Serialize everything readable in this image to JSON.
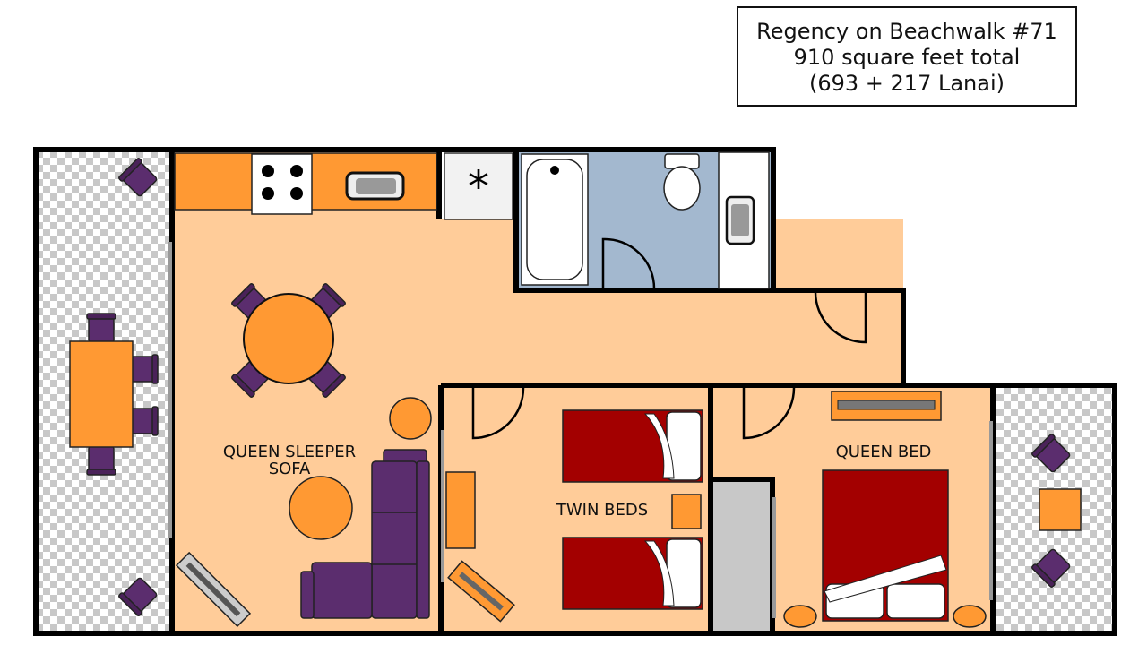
{
  "title": {
    "line1": "Regency on Beachwalk #71",
    "line2": "910 square feet total",
    "line3": "(693 + 217 Lanai)"
  },
  "rooms": {
    "living_label_1": "QUEEN SLEEPER",
    "living_label_2": "SOFA",
    "twin_label": "TWIN BEDS",
    "queen_label": "QUEEN BED"
  },
  "colors": {
    "floor": "#FFCC99",
    "furniture": "#FF9933",
    "chair": "#5B2D6E",
    "bed": "#A30000",
    "bath_floor": "#A3B8CF",
    "closet": "#C8C8C8"
  }
}
